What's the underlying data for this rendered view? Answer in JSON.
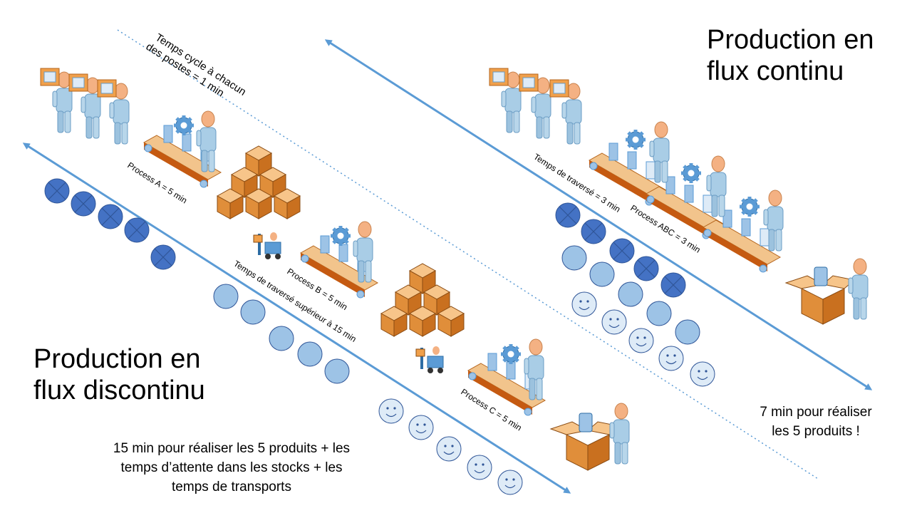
{
  "titles": {
    "continuous": [
      "Production en",
      "flux continu"
    ],
    "discontinuous": [
      "Production en",
      "flux discontinu"
    ]
  },
  "labels": {
    "cycle_time": [
      "Temps cycle à chacun",
      "des postes = 1 min"
    ],
    "process_a": "Process A = 5 min",
    "process_b": "Process B = 5 min",
    "process_c": "Process C = 5 min",
    "process_abc": "Process ABC = 3 min",
    "traverse_continuous": "Temps de traversé = 3 min",
    "traverse_discontinuous": "Temps de traversé supérieur à 15 min"
  },
  "notes": {
    "continuous": [
      "7 min pour réaliser",
      "les 5 produits !"
    ],
    "discontinuous": [
      "15 min pour réaliser les 5 produits + les",
      "temps d’attente dans les stocks + les",
      "temps de transports"
    ]
  },
  "colors": {
    "arrow": "#5b9bd5",
    "todo_token": "#4472c4",
    "wip_token": "#9dc3e6",
    "done_token": "#deebf7",
    "person": "#a9cde6",
    "head": "#f4b183",
    "box": "#f0a04b",
    "conveyor": "#c55a11"
  },
  "icons": [
    "worker-icon",
    "conveyor-icon",
    "gear-icon",
    "box-stock-icon",
    "forklift-icon",
    "open-box-icon",
    "token-todo-icon",
    "token-wip-icon",
    "token-done-icon"
  ]
}
